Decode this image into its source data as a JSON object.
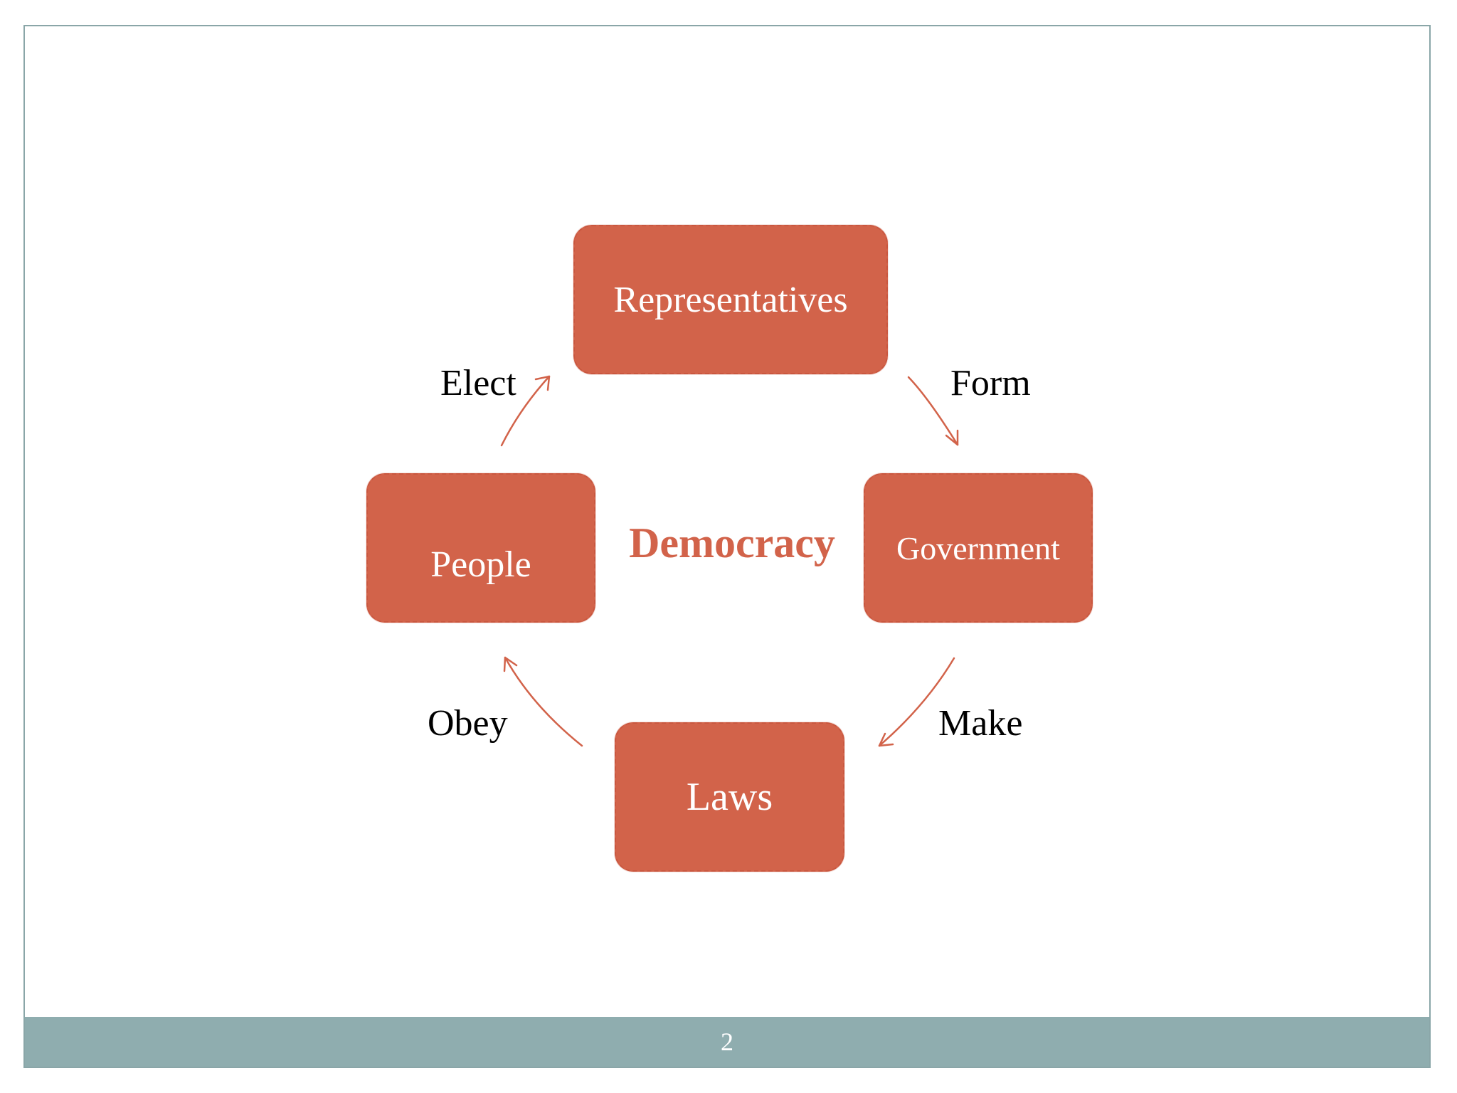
{
  "diagram": {
    "center_label": "Democracy",
    "nodes": {
      "representatives": "Representatives",
      "government": "Government",
      "laws": "Laws",
      "people": "People"
    },
    "edges": {
      "elect": "Elect",
      "form": "Form",
      "make": "Make",
      "obey": "Obey"
    }
  },
  "footer": {
    "page_number": "2"
  },
  "colors": {
    "node_fill": "#d2634a",
    "arrow": "#d2634a",
    "footer_bar": "#8fadaf",
    "slide_border": "#8aa6a8"
  }
}
